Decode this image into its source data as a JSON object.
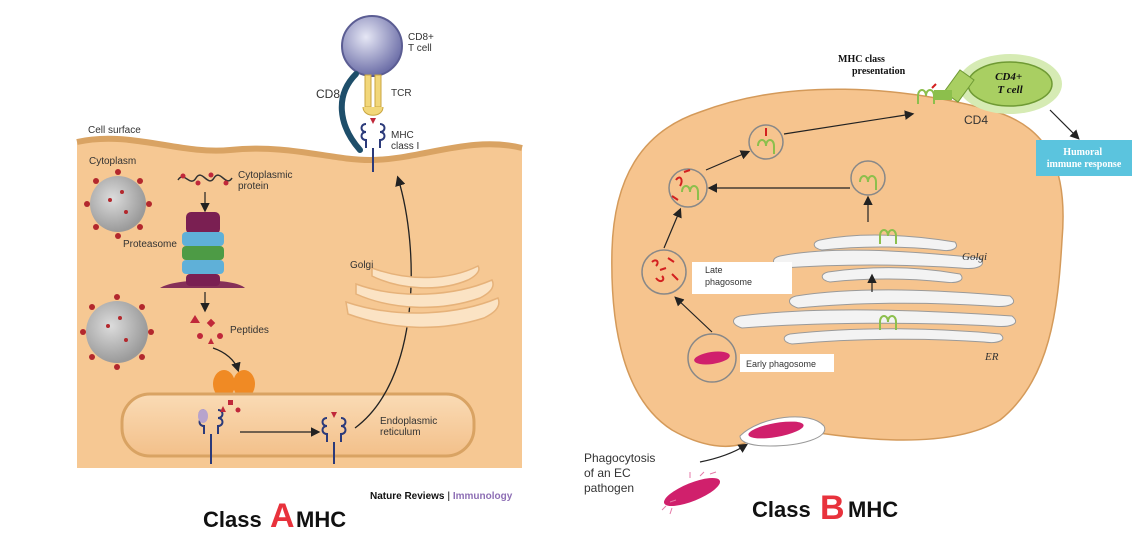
{
  "panel_a": {
    "labels": {
      "t_cell": "CD8+\nT cell",
      "cd8": "CD8",
      "tcr": "TCR",
      "mhc": "MHC\nclass I",
      "cell_surface": "Cell surface",
      "cytoplasm": "Cytoplasm",
      "cytoplasmic_protein": "Cytoplasmic\nprotein",
      "proteasome": "Proteasome",
      "peptides": "Peptides",
      "golgi": "Golgi",
      "er": "Endoplasmic\nreticulum"
    },
    "credit_journal": "Nature Reviews",
    "credit_separator": " | ",
    "credit_section": "Immunology",
    "caption_left": "Class",
    "caption_letter": "A",
    "caption_right": "MHC"
  },
  "panel_b": {
    "labels": {
      "mhc_presentation": "MHC class\npresentation",
      "t_cell": "CD4+\nT cell",
      "cd4": "CD4",
      "humoral": "Humoral\nimmune response",
      "late_phagosome": "Late\nphagosome",
      "early_phagosome": "Early phagosome",
      "golgi": "Golgi",
      "er": "ER",
      "phagocytosis": "Phagocytosis\nof an EC\npathogen"
    },
    "caption_left": "Class",
    "caption_letter": "B",
    "caption_right": "MHC"
  },
  "colors": {
    "cell_fill": "#f6c48e",
    "cell_edge": "#d49a5a",
    "t_cell_cd8": "#8a8cc0",
    "t_cell_cd4": "#a9cf62",
    "humoral_box": "#5bc4de",
    "pathogen": "#d0206c",
    "caption_letter": "#e8323c",
    "credit_accent": "#8e6fb5"
  }
}
